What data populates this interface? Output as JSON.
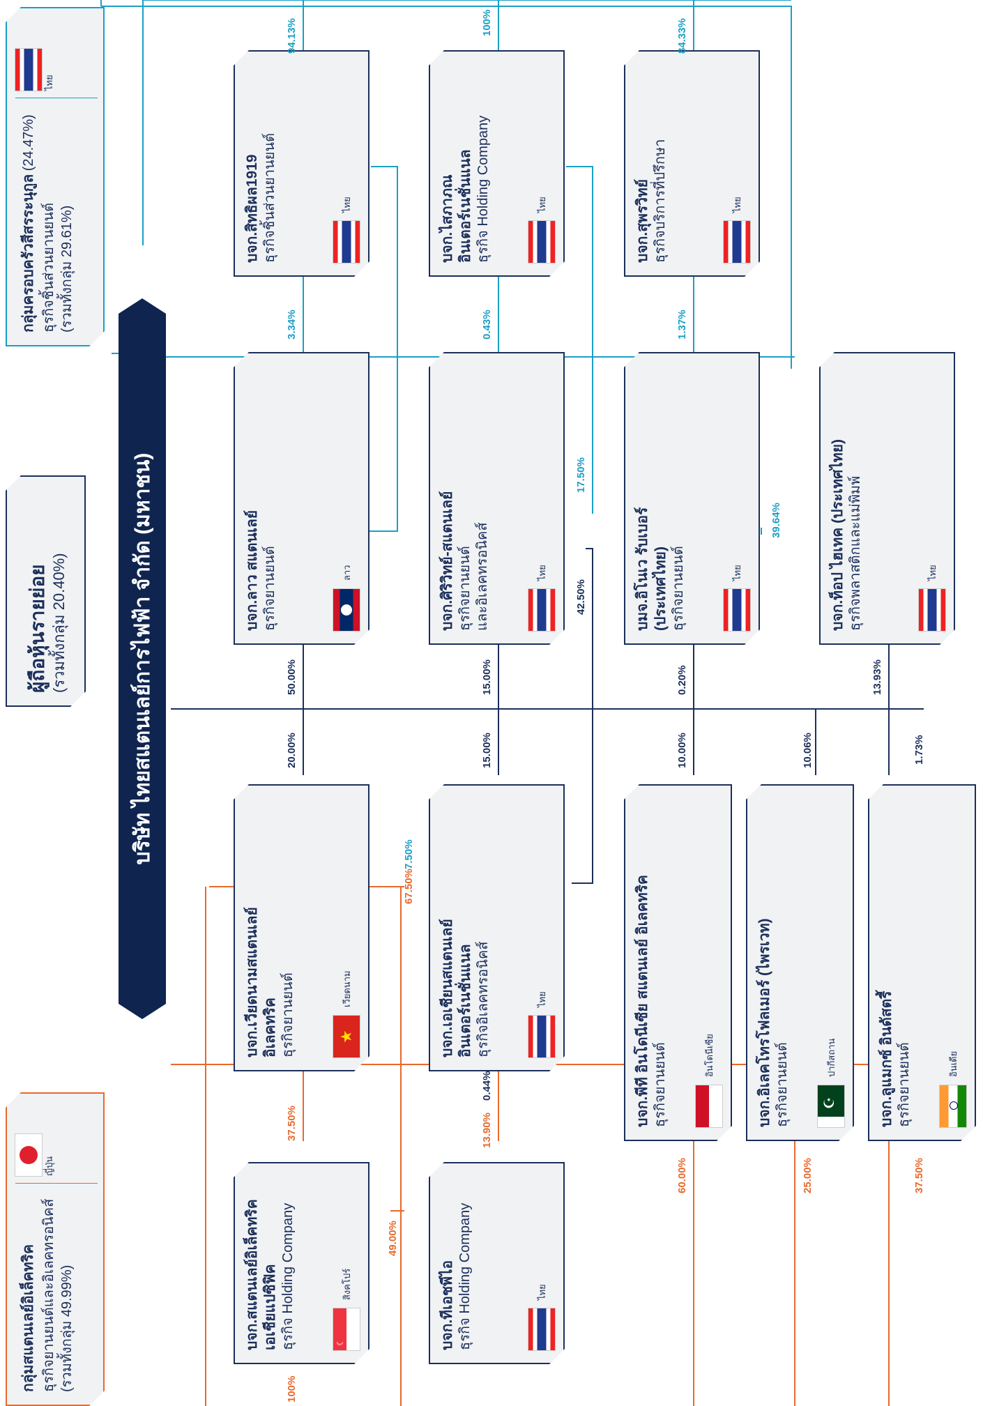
{
  "main_company": "บริษัท ไทยสแตนเลย์การไฟฟ้า จำกัด (มหาชน)",
  "retail": {
    "title": "ผู้ถือหุ้นรายย่อย",
    "sub": "(รวมทั้งกลุ่ม 20.40%)"
  },
  "group_japan": {
    "title": "กลุ่มสแตนเลย์อิเล็คทริค",
    "sub1": "ธุรกิจยานยนต์และอิเลคทรอนิคส์",
    "sub2": "(รวมทั้งกลุ่ม 49.99%)",
    "country": "ญี่ปุ่น"
  },
  "group_thai": {
    "title": "กลุ่มครอบครัวสีสรระนุกูล",
    "title_pct": "(24.47%)",
    "sub1": "ธุรกิจชิ้นส่วนยานยนต์",
    "sub2": "(รวมทั้งกลุ่ม 29.61%)",
    "country": "ไทย"
  },
  "companies": {
    "sachem": {
      "name": "บจก.สิทธิผล1919",
      "biz": "ธุรกิจชิ้นส่วนยานยนต์",
      "country": "ไทย"
    },
    "holding": {
      "name1": "บจก.ไสภาภณ",
      "name2": "อินเตอร์เนชั่นแนล",
      "biz": "ธุรกิจ Holding Company",
      "country": "ไทย"
    },
    "supor": {
      "name": "บจก.สุพรวิทย์",
      "biz": "ธุรกิจบริการที่ปรึกษา",
      "country": "ไทย"
    },
    "lao": {
      "name": "บจก.ลาว สแตนเลย์",
      "biz": "ธุรกิจยานยนต์",
      "country": "ลาว"
    },
    "sirivit": {
      "name": "บจก.ศิริวิทย์-สแตนเลย์",
      "biz1": "ธุรกิจยานยนต์",
      "biz2": "และอิเลคทรอนิคส์",
      "country": "ไทย"
    },
    "inoue": {
      "name1": "บมจ.อิโนเว รับเบอร์",
      "name2": "(ประเทศไทย)",
      "biz": "ธุรกิจยานยนต์",
      "country": "ไทย"
    },
    "toptech": {
      "name": "บจก.ท็อป ไฮเทค (ประเทศไทย)",
      "biz": "ธุรกิจพลาสติกและแม่พิมพ์",
      "country": "ไทย"
    },
    "vietnam": {
      "name1": "บจก.เวียดนามสแตนเลย์",
      "name2": "อิเลคทริค",
      "biz": "ธุรกิจยานยนต์",
      "country": "เวียดนาม"
    },
    "asian": {
      "name1": "บจก.เอเชียนสแตนเลย์",
      "name2": "อินเตอร์เนชั่นแนล",
      "biz": "ธุรกิจอิเลคทรอนิคส์",
      "country": "ไทย"
    },
    "indonesia": {
      "name": "บจก.พีที อินโดนีเซีย สแตนเลย์ อิเลคทริค",
      "biz": "ธุรกิจยานยนต์",
      "country": "อินโดนีเซีย"
    },
    "pakistan": {
      "name": "บจก.อิเลคโทรโฟลเมอร์ (ไพรเวท)",
      "biz": "ธุรกิจยานยนต์",
      "country": "ปากีสถาน"
    },
    "india": {
      "name": "บจก.ลูแมกซ์ อินดัสตรี้",
      "biz": "ธุรกิจยานยนต์",
      "country": "อินเดีย"
    },
    "singapore": {
      "name1": "บจก.สแตนเลย์อิเล็คทริค",
      "name2": "เอเชียแปซิฟิค",
      "biz": "ธุรกิจ Holding Company",
      "country": "สิงคโปร์"
    },
    "thaiholding": {
      "name": "บจก.ทีเอชพีไอ",
      "biz": "ธุรกิจ Holding Company",
      "country": "ไทย"
    }
  },
  "percentages": {
    "p_sachem_thai": "94.13%",
    "p_holding_thai": "100%",
    "p_supor_thai": "84.33%",
    "p_sachem_main": "3.34%",
    "p_holding_main": "0.43%",
    "p_supor_main": "1.37%",
    "p_lao": "50.00%",
    "p_sirivit": "15.00%",
    "p_inoue": "0.20%",
    "p_toptech": "13.93%",
    "p_sirivit_holding": "17.50%",
    "p_sirivit_asian": "42.50%",
    "p_inoue_thai": "39.64%",
    "p_vietnam": "20.00%",
    "p_asian_main": "15.00%",
    "p_indonesia": "10.00%",
    "p_pakistan": "10.06%",
    "p_india": "1.73%",
    "p_asian_sachem": "7.50%",
    "p_asian_group": "67.50%",
    "p_asian_sub": "0.44%",
    "p_singapore_main": "37.50%",
    "p_thaiholding_main": "13.90%",
    "p_holding_49": "49.00%",
    "p_singapore_100": "100%",
    "p_indonesia_group": "60.00%",
    "p_pakistan_group": "25.00%",
    "p_india_group": "37.50%"
  },
  "colors": {
    "navy": "#1b2f5a",
    "teal": "#1a9fc6",
    "orange": "#e8692c"
  }
}
